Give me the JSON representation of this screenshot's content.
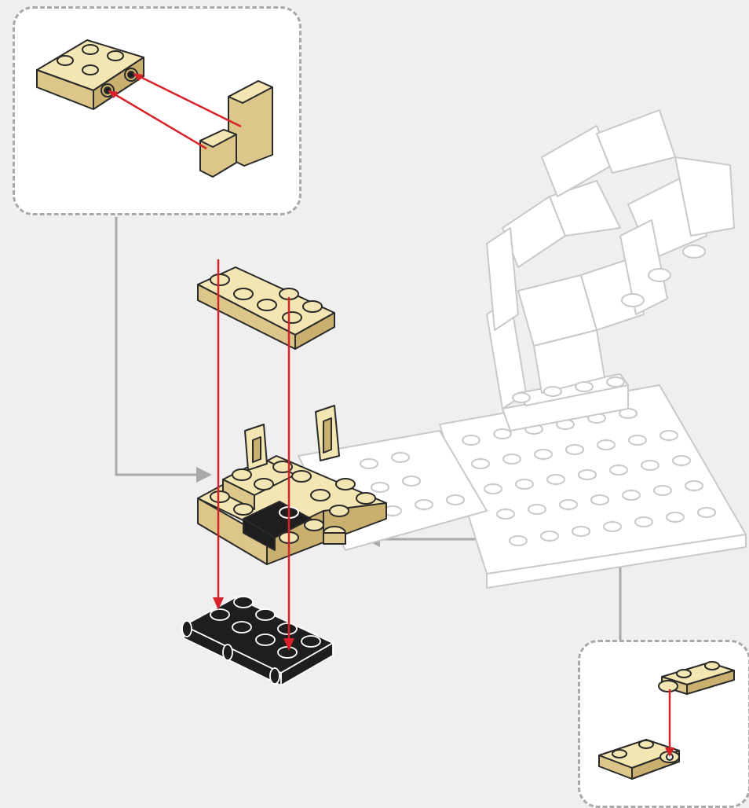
{
  "instruction": {
    "background": "#efefef",
    "arrow_color": "#d8222a",
    "leader_color": "#a9a9a9",
    "brick_colors": {
      "tan_top": "#f4e6b2",
      "tan_side": "#dcc68a",
      "tan_front": "#c9b06e",
      "black": "#1e1e1e",
      "ghost": "#ffffff",
      "outline": "#2a2a2a"
    },
    "callouts": [
      {
        "id": "top-left",
        "parts": [
          "bracket-plate",
          "tan-tile-slope"
        ]
      },
      {
        "id": "bottom-right",
        "parts": [
          "tan-plate-2x1",
          "tan-plate-round"
        ]
      }
    ]
  }
}
